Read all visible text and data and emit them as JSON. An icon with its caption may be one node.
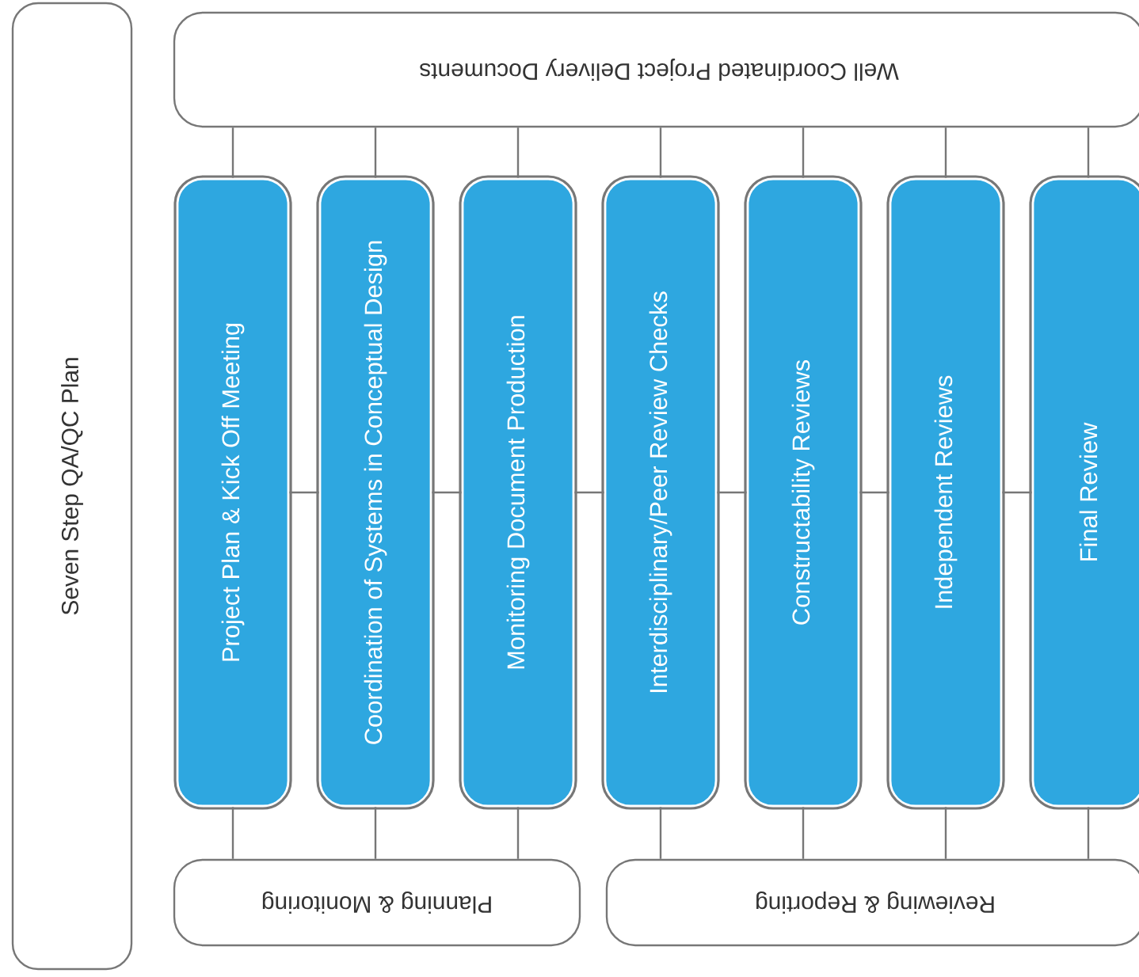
{
  "diagram": {
    "nodes": [
      {
        "text": [
          "Seven Step QA/QC Plan"
        ]
      },
      {
        "text": [
          "Well Coordinated Project Delivery Documents"
        ]
      },
      {
        "text": [
          "Project Plan & Kick Off Meeting"
        ]
      },
      {
        "text": [
          "Coordination of Systems in Conceptual Design"
        ]
      },
      {
        "text": [
          "Monitoring Document Production"
        ]
      },
      {
        "text": [
          "Interdisciplinary/Peer Review Checks"
        ]
      },
      {
        "text": [
          "Constructability Reviews"
        ]
      },
      {
        "text": [
          "Independent Reviews"
        ]
      },
      {
        "text": [
          "Final Review"
        ]
      },
      {
        "text": [
          "Planning & Monitoring"
        ]
      },
      {
        "text": [
          "Reviewing & Reporting"
        ]
      }
    ],
    "edges": [
      {
        "from": 1,
        "to": 2,
        "arrow": "none"
      },
      {
        "from": 1,
        "to": 3,
        "arrow": "none"
      },
      {
        "from": 1,
        "to": 4,
        "arrow": "none"
      },
      {
        "from": 1,
        "to": 5,
        "arrow": "none"
      },
      {
        "from": 1,
        "to": 6,
        "arrow": "none"
      },
      {
        "from": 1,
        "to": 7,
        "arrow": "none"
      },
      {
        "from": 1,
        "to": 8,
        "arrow": "none"
      },
      {
        "from": 2,
        "to": 3,
        "arrow": "none"
      },
      {
        "from": 3,
        "to": 4,
        "arrow": "none"
      },
      {
        "from": 4,
        "to": 5,
        "arrow": "none"
      },
      {
        "from": 5,
        "to": 6,
        "arrow": "none"
      },
      {
        "from": 6,
        "to": 7,
        "arrow": "none"
      },
      {
        "from": 7,
        "to": 8,
        "arrow": "none"
      },
      {
        "from": 2,
        "to": 9,
        "arrow": "none"
      },
      {
        "from": 3,
        "to": 9,
        "arrow": "none"
      },
      {
        "from": 4,
        "to": 9,
        "arrow": "none"
      },
      {
        "from": 5,
        "to": 10,
        "arrow": "none"
      },
      {
        "from": 6,
        "to": 10,
        "arrow": "none"
      },
      {
        "from": 7,
        "to": 10,
        "arrow": "none"
      },
      {
        "from": 8,
        "to": 10,
        "arrow": "none"
      }
    ]
  }
}
